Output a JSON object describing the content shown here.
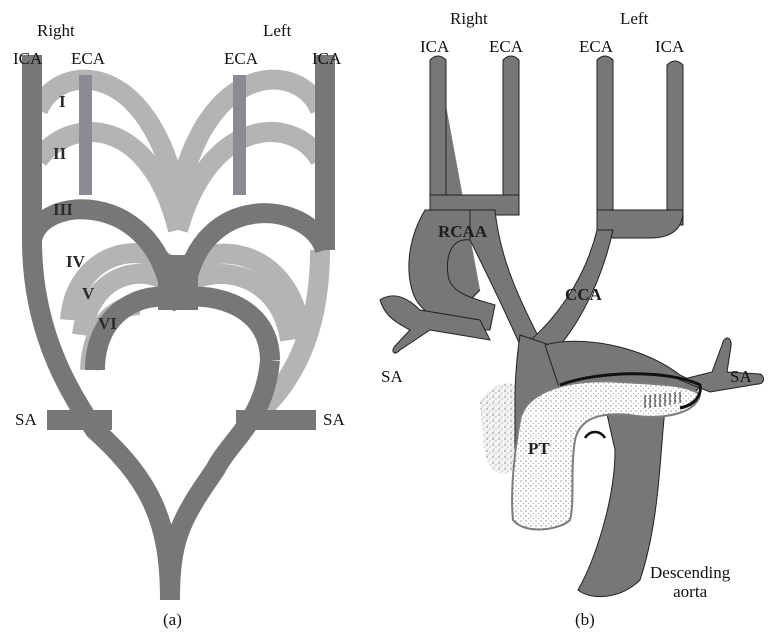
{
  "panel_a": {
    "side_right": "Right",
    "side_left": "Left",
    "labels": {
      "ica_right": "ICA",
      "eca_right": "ECA",
      "eca_left": "ECA",
      "ica_left": "ICA",
      "sa_right": "SA",
      "sa_left": "SA"
    },
    "arches": [
      "I",
      "II",
      "III",
      "IV",
      "V",
      "VI"
    ],
    "caption": "(a)"
  },
  "panel_b": {
    "side_right": "Right",
    "side_left": "Left",
    "labels": {
      "ica_right": "ICA",
      "eca_right": "ECA",
      "eca_left": "ECA",
      "ica_left": "ICA",
      "sa_right": "SA",
      "sa_left": "SA",
      "rcaa": "RCAA",
      "cca": "CCA",
      "pt": "PT"
    },
    "descending_line1": "Descending",
    "descending_line2": "aorta",
    "caption": "(b)"
  },
  "colors": {
    "dark_vessel": "#777777",
    "light_vessel": "#b4b4b4",
    "eca_stub": "#8d8a94",
    "outline": "#222222"
  }
}
